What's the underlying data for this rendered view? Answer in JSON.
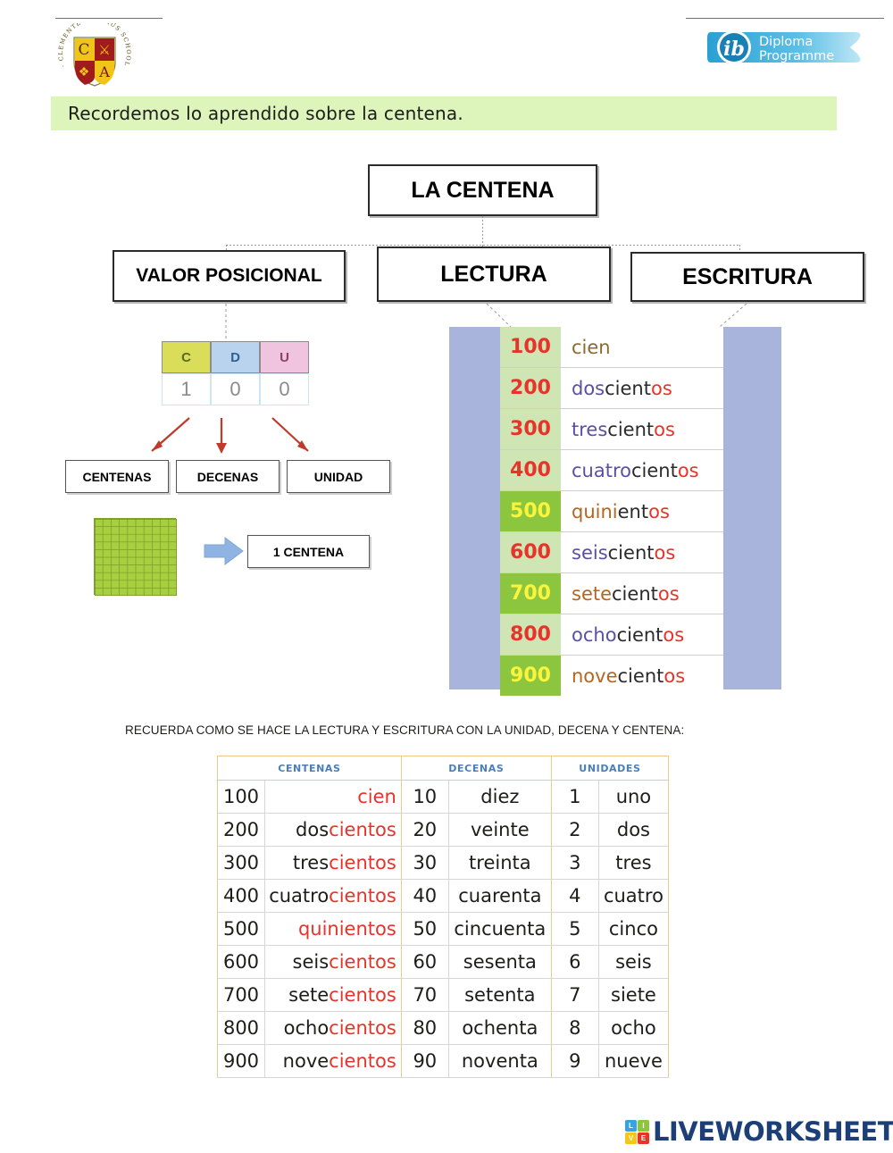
{
  "header": {
    "crest_alt": "Clemente Althaus School crest",
    "ib_line1": "Diploma",
    "ib_line2": "Programme",
    "ib_mark": "ib"
  },
  "banner": {
    "text": "Recordemos lo aprendido sobre la centena."
  },
  "diagram": {
    "root": "LA CENTENA",
    "branches": [
      "VALOR POSICIONAL",
      "LECTURA",
      "ESCRITURA"
    ]
  },
  "place_value": {
    "headers": [
      "C",
      "D",
      "U"
    ],
    "digits": [
      "1",
      "0",
      "0"
    ],
    "labels": [
      "CENTENAS",
      "DECENAS",
      "UNIDAD"
    ],
    "block_label": "1 CENTENA",
    "colors": {
      "c": "#d9dd5a",
      "d": "#b9d3ef",
      "u": "#f0c4de",
      "arrow_red": "#c0392b",
      "arrow_blue": "#7fa6d9"
    }
  },
  "hundreds_list": {
    "panel_color": "#a8b4dc",
    "rows": [
      {
        "number": "100",
        "word": "cien",
        "num_style": "red",
        "cell": "light"
      },
      {
        "number": "200",
        "word": "doscientos",
        "num_style": "red",
        "cell": "light"
      },
      {
        "number": "300",
        "word": "trescientos",
        "num_style": "red",
        "cell": "light"
      },
      {
        "number": "400",
        "word": "cuatrocientos",
        "num_style": "red",
        "cell": "light"
      },
      {
        "number": "500",
        "word": "quinientos",
        "num_style": "yellow",
        "cell": "dark"
      },
      {
        "number": "600",
        "word": "seiscientos",
        "num_style": "red",
        "cell": "light"
      },
      {
        "number": "700",
        "word": "setecientos",
        "num_style": "yellow",
        "cell": "dark"
      },
      {
        "number": "800",
        "word": "ochocientos",
        "num_style": "red",
        "cell": "light"
      },
      {
        "number": "900",
        "word": "novecientos",
        "num_style": "yellow",
        "cell": "dark"
      }
    ]
  },
  "instruction": {
    "text": "RECUERDA COMO SE HACE LA LECTURA Y ESCRITURA CON LA UNIDAD, DECENA Y CENTENA:"
  },
  "number_table": {
    "headers": [
      "CENTENAS",
      "DECENAS",
      "UNIDADES"
    ],
    "rows": [
      {
        "c_num": "100",
        "c_black": "",
        "c_red": "cien",
        "d_num": "10",
        "d_word": "diez",
        "u_num": "1",
        "u_word": "uno"
      },
      {
        "c_num": "200",
        "c_black": "dos",
        "c_red": "cientos",
        "d_num": "20",
        "d_word": "veinte",
        "u_num": "2",
        "u_word": "dos"
      },
      {
        "c_num": "300",
        "c_black": "tres",
        "c_red": "cientos",
        "d_num": "30",
        "d_word": "treinta",
        "u_num": "3",
        "u_word": "tres"
      },
      {
        "c_num": "400",
        "c_black": "cuatro",
        "c_red": "cientos",
        "d_num": "40",
        "d_word": "cuarenta",
        "u_num": "4",
        "u_word": "cuatro"
      },
      {
        "c_num": "500",
        "c_black": "",
        "c_red": "quinientos",
        "d_num": "50",
        "d_word": "cincuenta",
        "u_num": "5",
        "u_word": "cinco"
      },
      {
        "c_num": "600",
        "c_black": "seis",
        "c_red": "cientos",
        "d_num": "60",
        "d_word": "sesenta",
        "u_num": "6",
        "u_word": "seis"
      },
      {
        "c_num": "700",
        "c_black": "sete",
        "c_red": "cientos",
        "d_num": "70",
        "d_word": "setenta",
        "u_num": "7",
        "u_word": "siete"
      },
      {
        "c_num": "800",
        "c_black": "ocho",
        "c_red": "cientos",
        "d_num": "80",
        "d_word": "ochenta",
        "u_num": "8",
        "u_word": "ocho"
      },
      {
        "c_num": "900",
        "c_black": "nove",
        "c_red": "cientos",
        "d_num": "90",
        "d_word": "noventa",
        "u_num": "9",
        "u_word": "nueve"
      }
    ]
  },
  "footer": {
    "brand": "LIVEWORKSHEETS",
    "tiles": [
      {
        "letter": "L",
        "color": "#3aa3dc"
      },
      {
        "letter": "I",
        "color": "#8cc63f"
      },
      {
        "letter": "V",
        "color": "#f5c518"
      },
      {
        "letter": "E",
        "color": "#e8332a"
      }
    ]
  }
}
